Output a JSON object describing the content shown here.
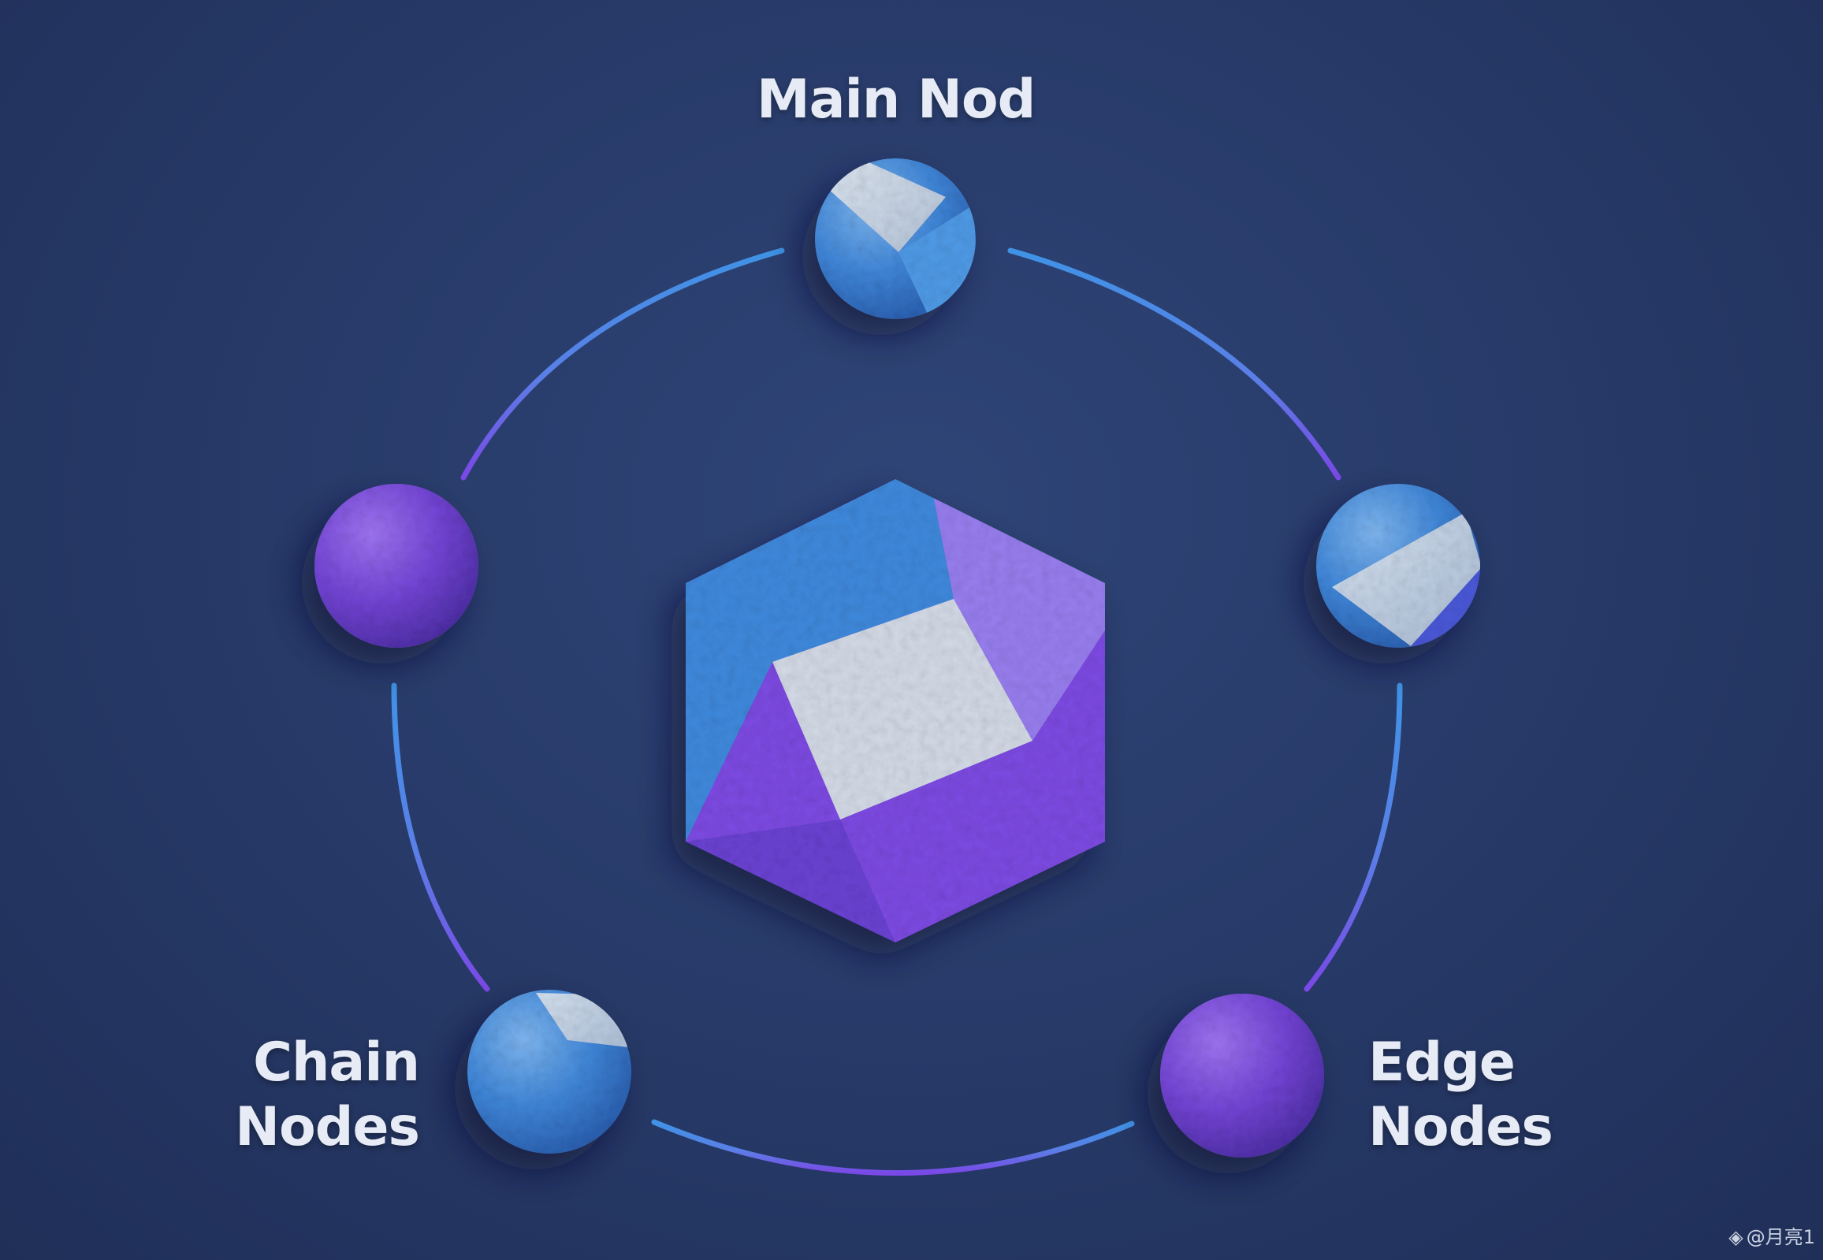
{
  "labels": {
    "main": "Main Nod",
    "chain_line1": "Chain",
    "chain_line2": "Nodes",
    "edge_line1": "Edge",
    "edge_line2": "Nodes"
  },
  "watermark": {
    "icon": "diamond-logo-icon",
    "text": "@月亮1"
  },
  "colors": {
    "background": "#283b6a",
    "ring_blue": "#3f8fe0",
    "ring_purple": "#7a4ce6",
    "node_blue": "#3d86da",
    "node_purple": "#7b4ae0",
    "node_light": "#c9d3e0",
    "label_text": "#e6ebf5"
  },
  "nodes": [
    {
      "role": "top",
      "style": "blue-light"
    },
    {
      "role": "left",
      "style": "purple"
    },
    {
      "role": "right",
      "style": "blue-light"
    },
    {
      "role": "bottom-left",
      "style": "blue-light"
    },
    {
      "role": "bottom-right",
      "style": "purple"
    },
    {
      "role": "center",
      "style": "hexagon"
    }
  ]
}
